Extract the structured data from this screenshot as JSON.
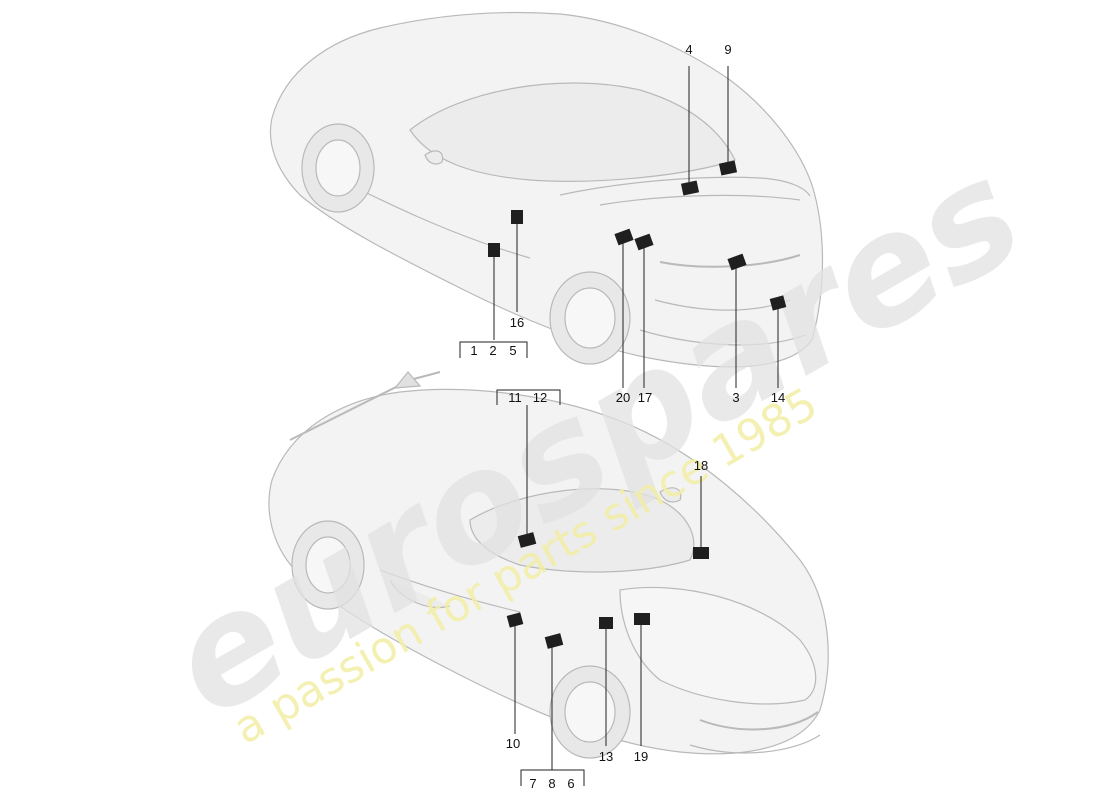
{
  "watermark": {
    "brand": "eurospares",
    "tagline": "a passion for parts since 1985",
    "brand_color": "#e2e2e2",
    "tagline_color": "#f1eda4"
  },
  "colors": {
    "car_fill": "#f3f3f3",
    "car_stroke": "#b9b9b9",
    "label_fill": "#1f1f1f",
    "leader_line": "#222222"
  },
  "callouts": {
    "c1": "1",
    "c2": "2",
    "c3": "3",
    "c4": "4",
    "c5": "5",
    "c6": "6",
    "c7": "7",
    "c8": "8",
    "c9": "9",
    "c10": "10",
    "c11": "11",
    "c12": "12",
    "c13": "13",
    "c14": "14",
    "c16": "16",
    "c17": "17",
    "c18": "18",
    "c19": "19",
    "c20": "20"
  }
}
